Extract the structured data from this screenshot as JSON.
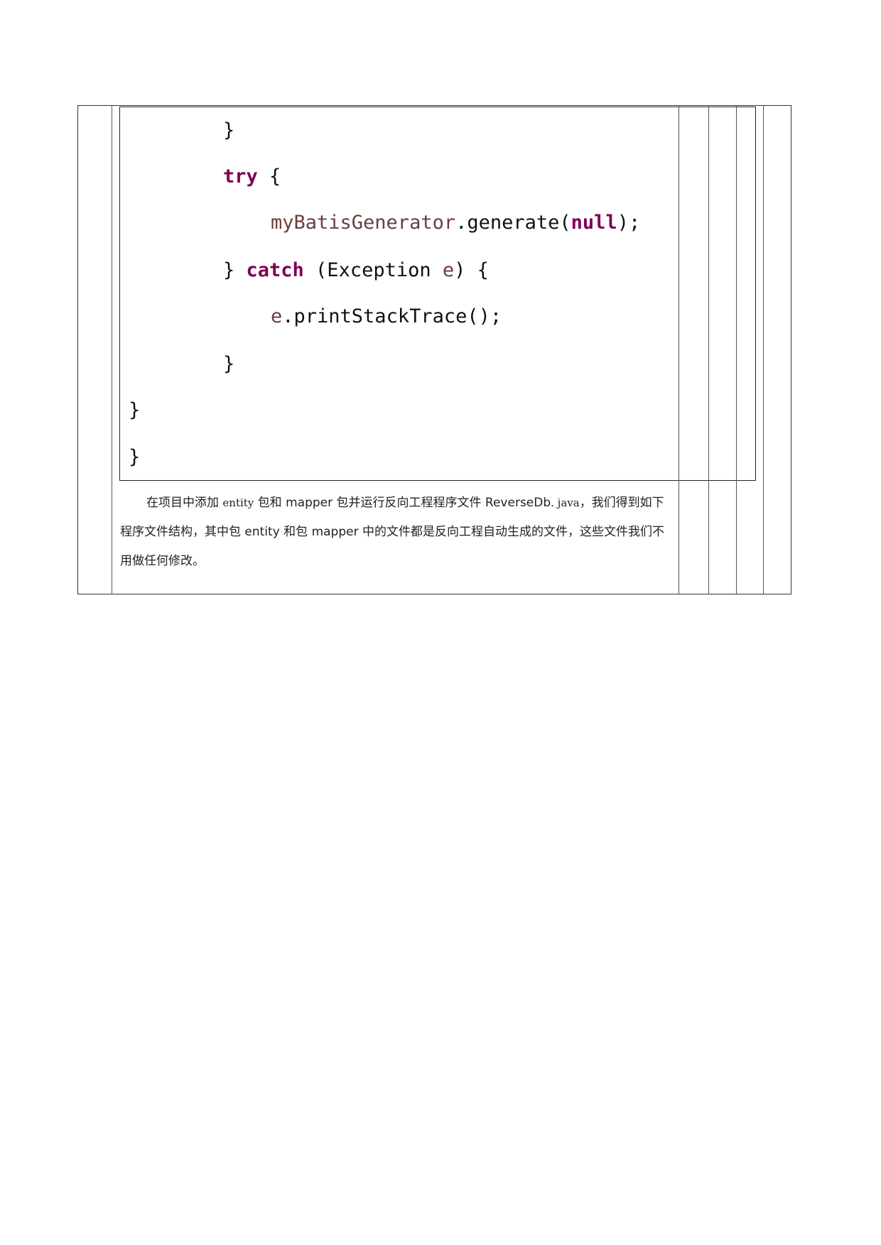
{
  "code": {
    "lines": [
      {
        "text": "}"
      },
      {
        "kw": "try",
        "rest": " {"
      },
      {
        "var": "myBatisGenerator",
        "mid": ".generate(",
        "kw": "null",
        "rest": ");"
      },
      {
        "pre": "} ",
        "kw": "catch",
        "mid": " (Exception ",
        "var": "e",
        "rest": ") {"
      },
      {
        "var": "e",
        "rest": ".printStackTrace();"
      },
      {
        "text": "}"
      },
      {
        "text": "}"
      },
      {
        "text": "}"
      }
    ]
  },
  "paragraph": {
    "p1": "在项目中添加",
    "w1": "entity",
    "p2": "包和",
    "w2": "mapper",
    "p3": "包并运行反向工程程序文件",
    "w3": "ReverseDb",
    "w4": ". java",
    "p4": "，我们得到如下程序文件结构，其中包",
    "w5": "entity",
    "p5": "和包",
    "w6": "mapper",
    "p6": "中的文件都是反向工程自动生成的文件，这些文件我们不用做任何修改。"
  },
  "colors": {
    "keyword": "#7f0055",
    "variable": "#6a3e3e"
  }
}
